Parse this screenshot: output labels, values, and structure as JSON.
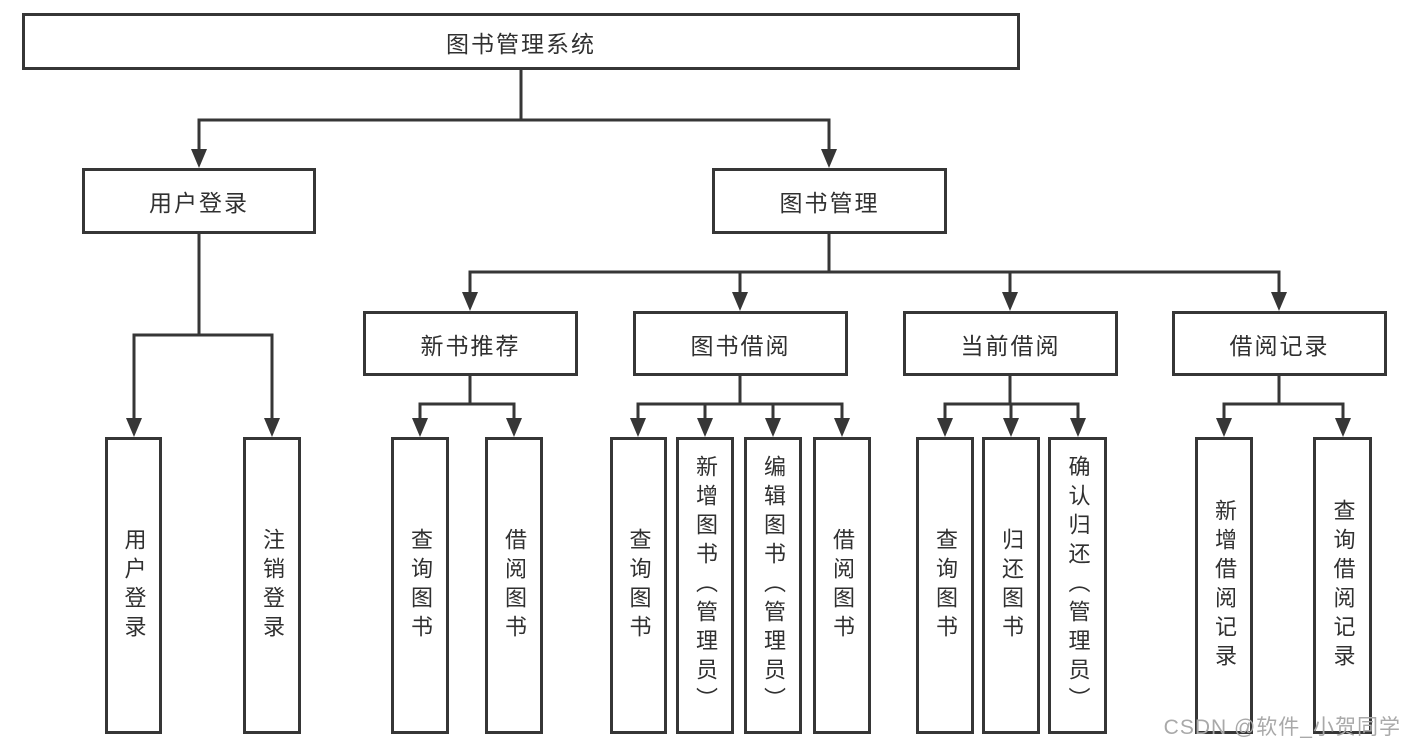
{
  "colors": {
    "line": "#363636",
    "border": "#363636",
    "text": "#303030",
    "background": "#ffffff",
    "watermark": "#a9a9a9"
  },
  "watermark": {
    "text": "CSDN @软件_小贺同学"
  },
  "diagram": {
    "type": "hierarchy-tree",
    "root": {
      "label": "图书管理系统",
      "children": [
        {
          "label": "用户登录",
          "children": [
            {
              "label": "用户登录"
            },
            {
              "label": "注销登录"
            }
          ]
        },
        {
          "label": "图书管理",
          "children": [
            {
              "label": "新书推荐",
              "children": [
                {
                  "label": "查询图书"
                },
                {
                  "label": "借阅图书"
                }
              ]
            },
            {
              "label": "图书借阅",
              "children": [
                {
                  "label": "查询图书"
                },
                {
                  "label": "新增图书（管理员）"
                },
                {
                  "label": "编辑图书（管理员）"
                },
                {
                  "label": "借阅图书"
                }
              ]
            },
            {
              "label": "当前借阅",
              "children": [
                {
                  "label": "查询图书"
                },
                {
                  "label": "归还图书"
                },
                {
                  "label": "确认归还（管理员）"
                }
              ]
            },
            {
              "label": "借阅记录",
              "children": [
                {
                  "label": "新增借阅记录"
                },
                {
                  "label": "查询借阅记录"
                }
              ]
            }
          ]
        }
      ]
    }
  }
}
